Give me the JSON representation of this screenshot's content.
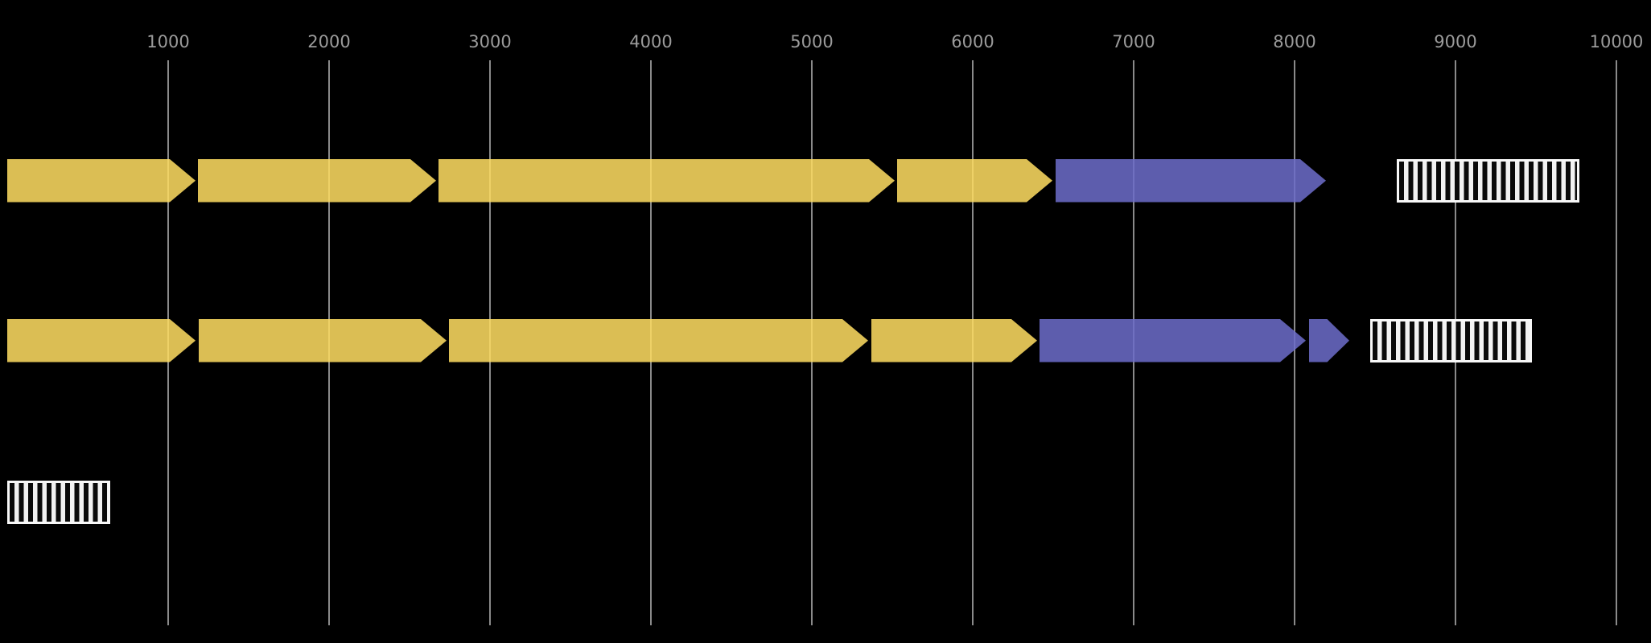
{
  "chart_data": {
    "type": "gene-arrow-map",
    "description": "Genomic gene-cluster arrow diagram with three stacked tracks over a shared basepair axis; solid arrows point right, striped boxes are hatched features",
    "x_axis": {
      "tick_values": [
        1000,
        2000,
        3000,
        4000,
        5000,
        6000,
        7000,
        8000,
        9000,
        10000
      ],
      "tick_labels": [
        "1000",
        "2000",
        "3000",
        "4000",
        "5000",
        "6000",
        "7000",
        "8000",
        "9000",
        "10000"
      ],
      "range": [
        0,
        10200
      ],
      "grid": true,
      "tick_label_color": "#9b9b9b",
      "gridline_color": "#8a8a8a"
    },
    "colors": {
      "yellow_gene": "#edc053",
      "blue_gene": "#5d5dad",
      "hatch_face": "#f2f2f2",
      "hatch_stripe": "#0a0a0a",
      "background": "#000000"
    },
    "tracks": [
      {
        "name": "track-1",
        "features": [
          {
            "start": 0,
            "end": 1170,
            "style": "yellow",
            "shape": "arrow"
          },
          {
            "start": 1185,
            "end": 2665,
            "style": "yellow",
            "shape": "arrow"
          },
          {
            "start": 2680,
            "end": 5515,
            "style": "yellow",
            "shape": "arrow"
          },
          {
            "start": 5530,
            "end": 6495,
            "style": "yellow",
            "shape": "arrow"
          },
          {
            "start": 6515,
            "end": 8195,
            "style": "blue",
            "shape": "arrow"
          },
          {
            "start": 8635,
            "end": 9770,
            "style": "hatched",
            "shape": "rect"
          }
        ]
      },
      {
        "name": "track-2",
        "features": [
          {
            "start": 0,
            "end": 1170,
            "style": "yellow",
            "shape": "arrow"
          },
          {
            "start": 1190,
            "end": 2730,
            "style": "yellow",
            "shape": "arrow"
          },
          {
            "start": 2745,
            "end": 5350,
            "style": "yellow",
            "shape": "arrow"
          },
          {
            "start": 5370,
            "end": 6400,
            "style": "yellow",
            "shape": "arrow"
          },
          {
            "start": 6415,
            "end": 8070,
            "style": "blue",
            "shape": "arrow"
          },
          {
            "start": 8090,
            "end": 8340,
            "style": "blue",
            "shape": "arrow"
          },
          {
            "start": 8470,
            "end": 9475,
            "style": "hatched",
            "shape": "rect"
          }
        ]
      },
      {
        "name": "track-3",
        "features": [
          {
            "start": 0,
            "end": 640,
            "style": "hatched",
            "shape": "rect"
          }
        ]
      }
    ]
  }
}
